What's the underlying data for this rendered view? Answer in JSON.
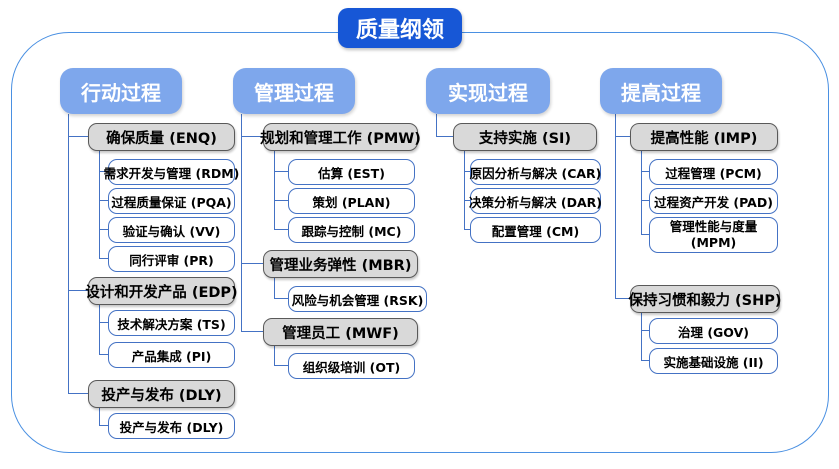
{
  "title": "质量纲领",
  "colors": {
    "title_bg": "#1757d6",
    "column_header_bg": "#7ea7ec",
    "connector_blue": "#4472c4",
    "node_border_blue": "#4472c4",
    "group_fill_gray": "#d9d9d9",
    "group_border_gray": "#595959",
    "frame_border": "#4a90e2"
  },
  "columns": [
    {
      "header": "行动过程",
      "groups": [
        {
          "label": "确保质量 (ENQ)",
          "children": [
            "需求开发与管理 (RDM)",
            "过程质量保证 (PQA)",
            "验证与确认 (VV)",
            "同行评审 (PR)"
          ]
        },
        {
          "label": "设计和开发产品 (EDP)",
          "children": [
            "技术解决方案 (TS)",
            "产品集成 (PI)"
          ]
        },
        {
          "label": "投产与发布 (DLY)",
          "children": [
            "投产与发布 (DLY)"
          ]
        }
      ]
    },
    {
      "header": "管理过程",
      "groups": [
        {
          "label": "规划和管理工作 (PMW)",
          "children": [
            "估算 (EST)",
            "策划 (PLAN)",
            "跟踪与控制 (MC)"
          ]
        },
        {
          "label": "管理业务弹性 (MBR)",
          "children": [
            "风险与机会管理 (RSK)"
          ]
        },
        {
          "label": "管理员工 (MWF)",
          "children": [
            "组织级培训 (OT)"
          ]
        }
      ]
    },
    {
      "header": "实现过程",
      "groups": [
        {
          "label": "支持实施 (SI)",
          "children": [
            "原因分析与解决 (CAR)",
            "决策分析与解决 (DAR)",
            "配置管理 (CM)"
          ]
        }
      ]
    },
    {
      "header": "提高过程",
      "groups": [
        {
          "label": "提高性能 (IMP)",
          "children": [
            "过程管理 (PCM)",
            "过程资产开发 (PAD)",
            "管理性能与度量 (MPM)"
          ]
        },
        {
          "label": "保持习惯和毅力 (SHP)",
          "children": [
            "治理 (GOV)",
            "实施基础设施 (II)"
          ]
        }
      ]
    }
  ]
}
